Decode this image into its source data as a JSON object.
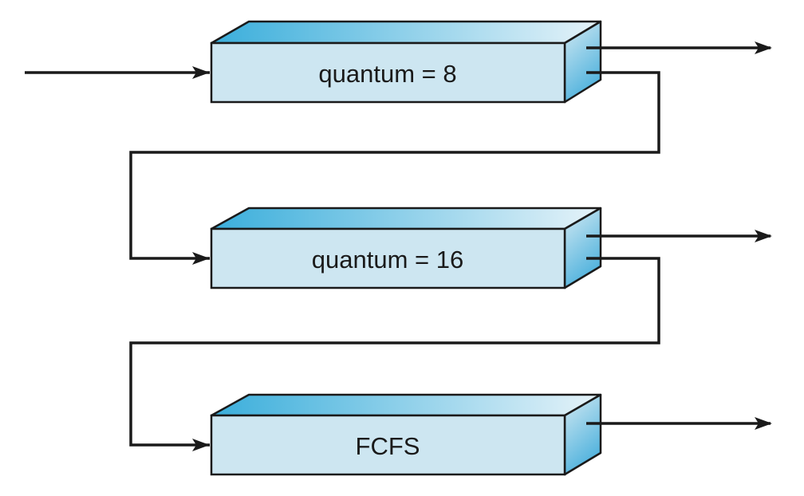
{
  "diagram": {
    "title": "Multilevel feedback queues",
    "queues": [
      {
        "id": "q0",
        "label": "quantum = 8"
      },
      {
        "id": "q1",
        "label": "quantum = 16"
      },
      {
        "id": "q2",
        "label": "FCFS"
      }
    ],
    "colors": {
      "front_face": "#cde6f1",
      "top_gradient_start": "#3aaedb",
      "top_gradient_end": "#e6f3f9",
      "side_gradient_start": "#d4eaf3",
      "side_gradient_end": "#4fb2dd",
      "stroke": "#1a1a1a"
    }
  }
}
